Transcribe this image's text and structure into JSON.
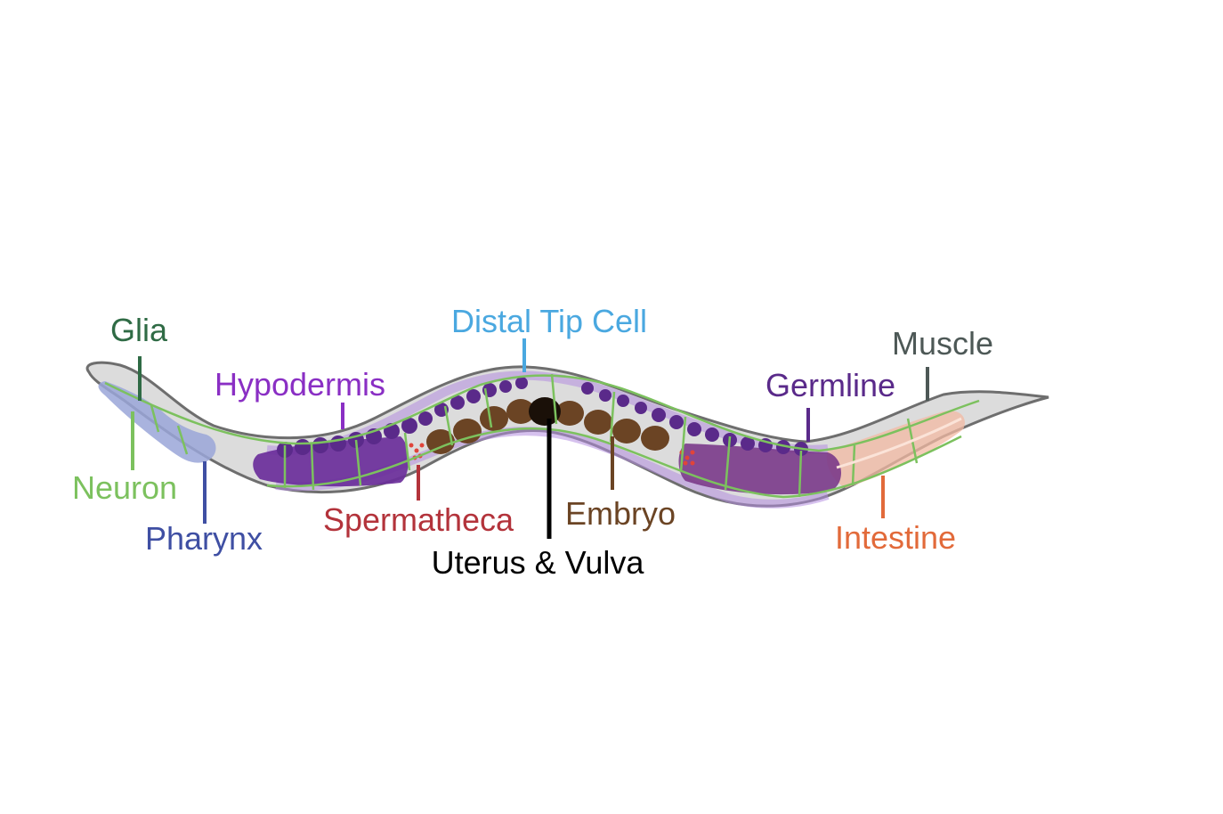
{
  "labels": {
    "glia": "Glia",
    "neuron": "Neuron",
    "pharynx": "Pharynx",
    "hypodermis": "Hypodermis",
    "spermatheca": "Spermatheca",
    "distal_tip_cell": "Distal Tip Cell",
    "uterus_vulva": "Uterus & Vulva",
    "embryo": "Embryo",
    "germline": "Germline",
    "muscle": "Muscle",
    "intestine": "Intestine"
  },
  "colors": {
    "glia": "#2f6b45",
    "neuron": "#7cc15e",
    "pharynx": "#3f4fa3",
    "hypodermis": "#8a2fc4",
    "spermatheca": "#b3333b",
    "distal_tip_cell": "#4aa8e0",
    "uterus_vulva": "#000000",
    "embryo": "#6b4424",
    "germline": "#5a2a8a",
    "muscle": "#4d5856",
    "intestine": "#e26a3a"
  }
}
